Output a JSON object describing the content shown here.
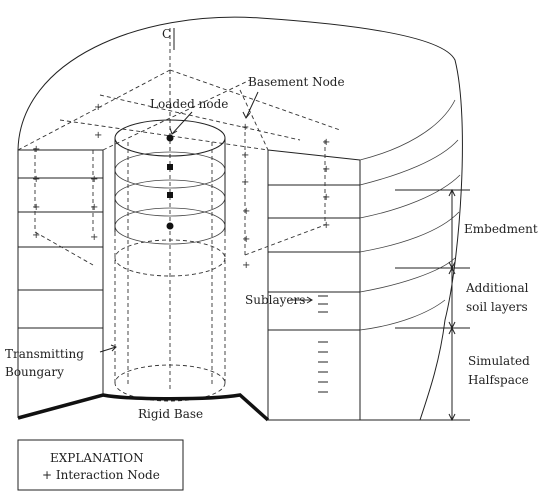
{
  "labels": {
    "centerline": "C",
    "basement_node": "Basement Node",
    "loaded_node": "Loaded node",
    "embedment": "Embedment",
    "additional_soil_1": "Additional",
    "additional_soil_2": "soil layers",
    "simulated_1": "Simulated",
    "simulated_2": "Halfspace",
    "sublayers": "Sublayers",
    "transmitting_1": "Transmitting",
    "transmitting_2": "Boungary",
    "rigid_base": "Rigid Base",
    "explanation_title": "EXPLANATION",
    "explanation_item": "+ Interaction Node"
  }
}
